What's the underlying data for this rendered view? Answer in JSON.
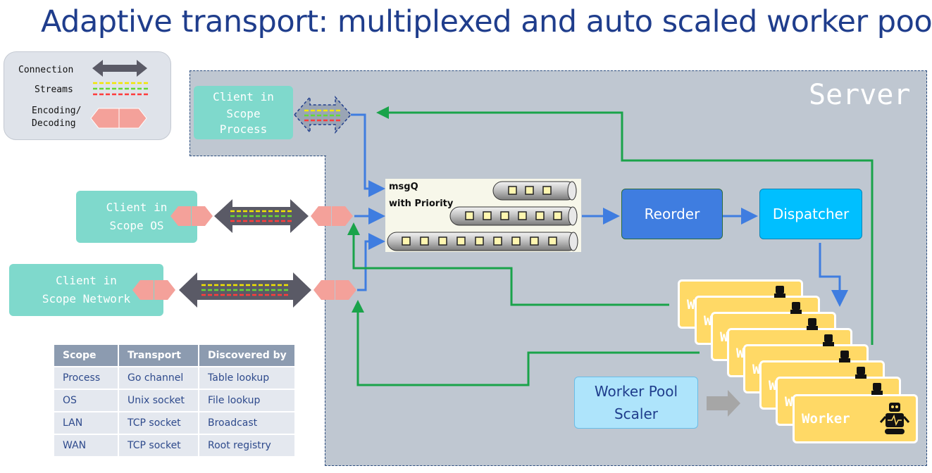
{
  "title": "Adaptive transport: multiplexed and auto scaled worker pool",
  "legend": {
    "connection": "Connection",
    "streams": "Streams",
    "encoding_line1": "Encoding/",
    "encoding_line2": "Decoding"
  },
  "server_label": "Server",
  "clients": {
    "process": [
      "Client in",
      "Scope",
      "Process"
    ],
    "os": [
      "Client in",
      "Scope OS"
    ],
    "network": [
      "Client in",
      "Scope Network"
    ]
  },
  "msgq": {
    "line1": "msgQ",
    "line2": "with Priority"
  },
  "reorder": "Reorder",
  "dispatcher": "Dispatcher",
  "scaler": {
    "line1": "Worker Pool",
    "line2": "Scaler"
  },
  "worker_label": "Worker",
  "worker_peek": "W",
  "table": {
    "headers": [
      "Scope",
      "Transport",
      "Discovered by"
    ],
    "rows": [
      [
        "Process",
        "Go channel",
        "Table lookup"
      ],
      [
        "OS",
        "Unix socket",
        "File lookup"
      ],
      [
        "LAN",
        "TCP socket",
        "Broadcast"
      ],
      [
        "WAN",
        "TCP socket",
        "Root registry"
      ]
    ]
  },
  "colors": {
    "title": "#1f3d8c",
    "client": "#7fd9cc",
    "server_bg": "#bfc7d1",
    "connection": "#5a5a66",
    "codec": "#f4a19a",
    "flow_blue": "#3f7de0",
    "feedback_green": "#1aa34a",
    "reorder": "#3f7de0",
    "dispatcher": "#00bfff",
    "worker": "#ffd966",
    "scaler": "#aee4fb"
  }
}
